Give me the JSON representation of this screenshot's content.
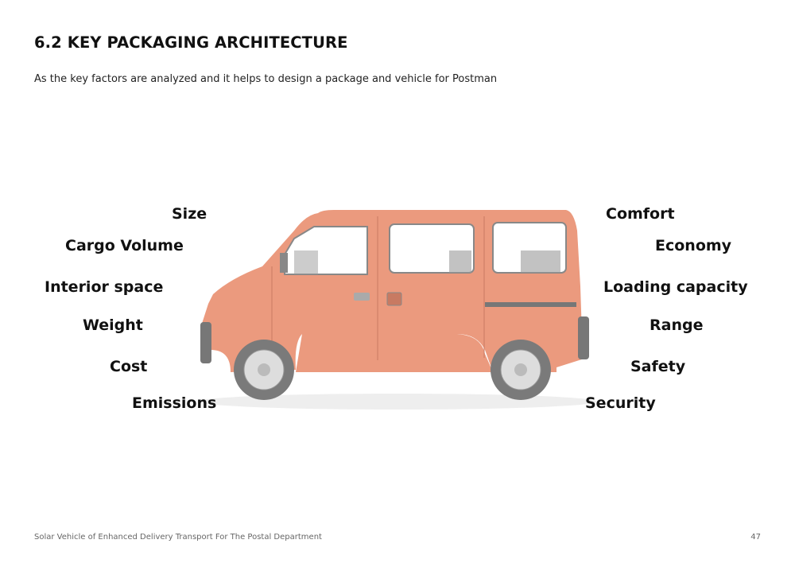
{
  "heading": "6.2 KEY PACKAGING ARCHITECTURE",
  "intro": "As the key factors are analyzed and it helps to design a package and vehicle for Postman",
  "left_factors": [
    "Size",
    "Cargo Volume",
    "Interior space",
    "Weight",
    "Cost",
    "Emissions"
  ],
  "right_factors": [
    "Comfort",
    "Economy",
    "Loading capacity",
    "Range",
    "Safety",
    "Security"
  ],
  "footer": {
    "document_title": "Solar Vehicle of Enhanced Delivery Transport For The Postal Department",
    "page_number": "47"
  },
  "colors": {
    "van_body": "#eb9a7e",
    "trim": "#8a8a8a"
  }
}
